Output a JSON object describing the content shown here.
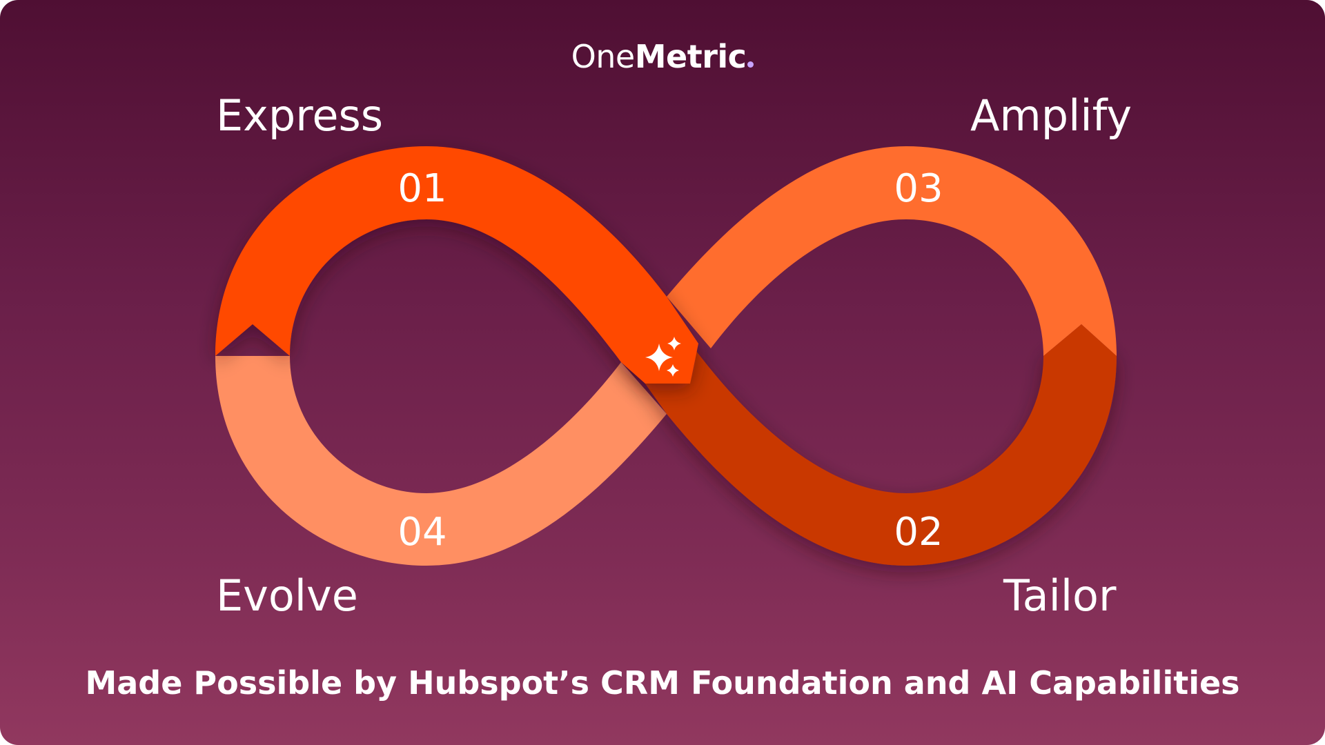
{
  "logo": {
    "part1": "One",
    "part2": "Metric"
  },
  "stages": [
    {
      "name": "Express",
      "number": "01"
    },
    {
      "name": "Tailor",
      "number": "02"
    },
    {
      "name": "Amplify",
      "number": "03"
    },
    {
      "name": "Evolve",
      "number": "04"
    }
  ],
  "footer": "Made Possible by Hubspot’s CRM Foundation and AI Capabilities",
  "colors": {
    "express": "#ff4a00",
    "tailor": "#c93800",
    "amplify": "#ff6d2e",
    "evolve": "#ff8f62",
    "logo_dot": "#c7a4ff"
  },
  "icons": {
    "center": "sparkles-icon"
  }
}
